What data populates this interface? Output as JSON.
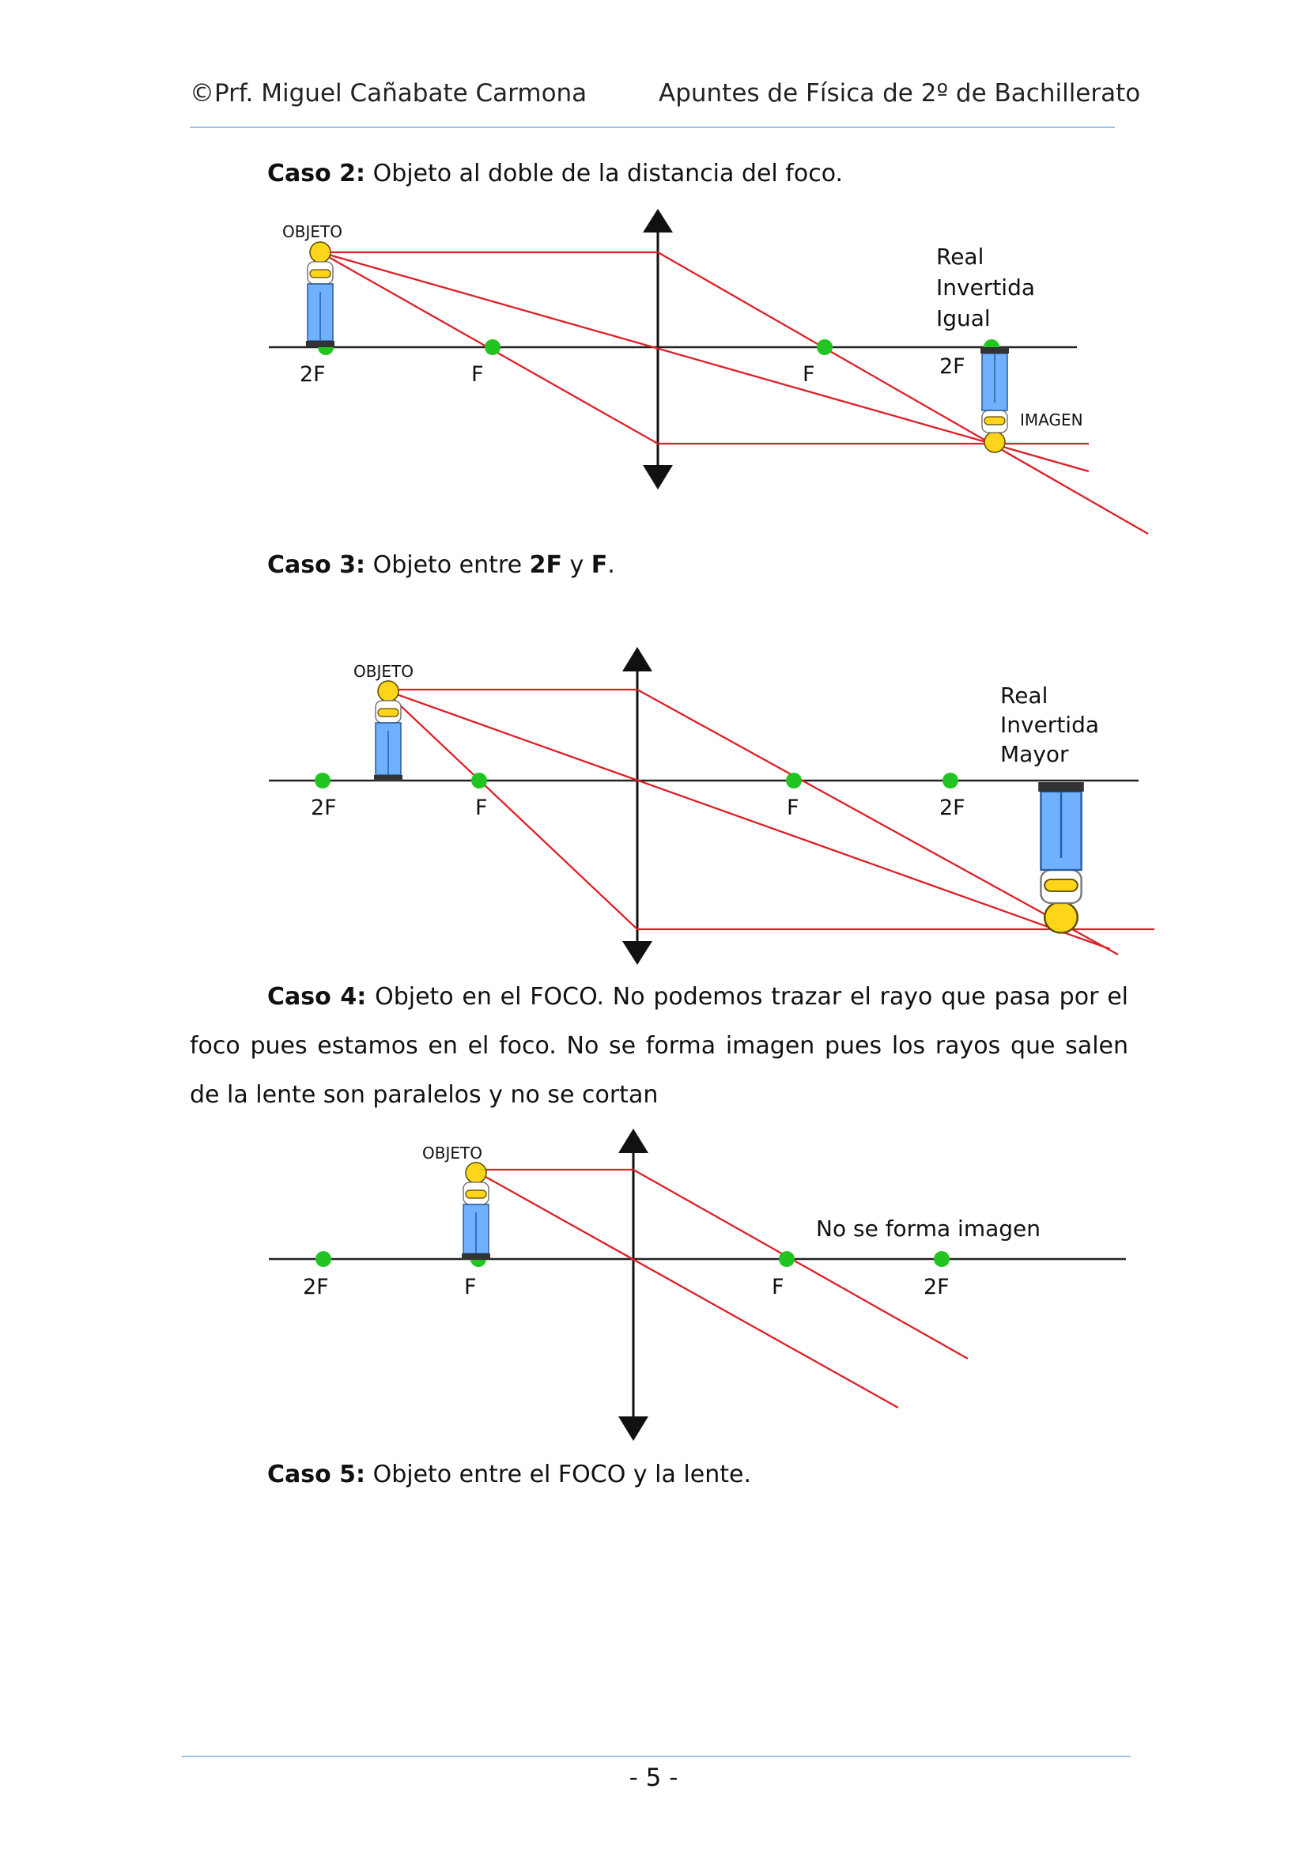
{
  "header": {
    "author": "©Prf. Miguel Cañabate Carmona",
    "subject": "Apuntes de Física de 2º de Bachillerato"
  },
  "caso2": {
    "bold": "Caso 2:",
    "text": " Objeto al doble de la distancia del foco.",
    "diagram": {
      "object_label": "OBJETO",
      "image_label": "IMAGEN",
      "axis_labels": [
        "2F",
        "F",
        "F",
        "2F"
      ],
      "description_lines": [
        "Real",
        "Invertida",
        "Igual"
      ]
    }
  },
  "caso3": {
    "bold": "Caso 3:",
    "text_a": " Objeto entre ",
    "bold_2f": "2F",
    "text_b": " y ",
    "bold_f": "F",
    "text_c": ".",
    "diagram": {
      "object_label": "OBJETO",
      "axis_labels": [
        "2F",
        "F",
        "F",
        "2F"
      ],
      "description_lines": [
        "Real",
        "Invertida",
        "Mayor"
      ]
    }
  },
  "caso4": {
    "bold": "Caso 4:",
    "text": " Objeto en el FOCO. No podemos trazar el rayo que pasa por el foco pues estamos en el foco. No se forma imagen pues los rayos que salen de la lente son paralelos y no se cortan",
    "diagram": {
      "object_label": "OBJETO",
      "axis_labels": [
        "2F",
        "F",
        "F",
        "2F"
      ],
      "note": "No se forma imagen"
    }
  },
  "caso5": {
    "bold": "Caso 5:",
    "text": " Objeto entre el FOCO y la lente."
  },
  "page_number": "- 5 -",
  "colors": {
    "ray": "#dd1f26",
    "focus_point": "#22c422",
    "rule": "#9dc3e6"
  }
}
